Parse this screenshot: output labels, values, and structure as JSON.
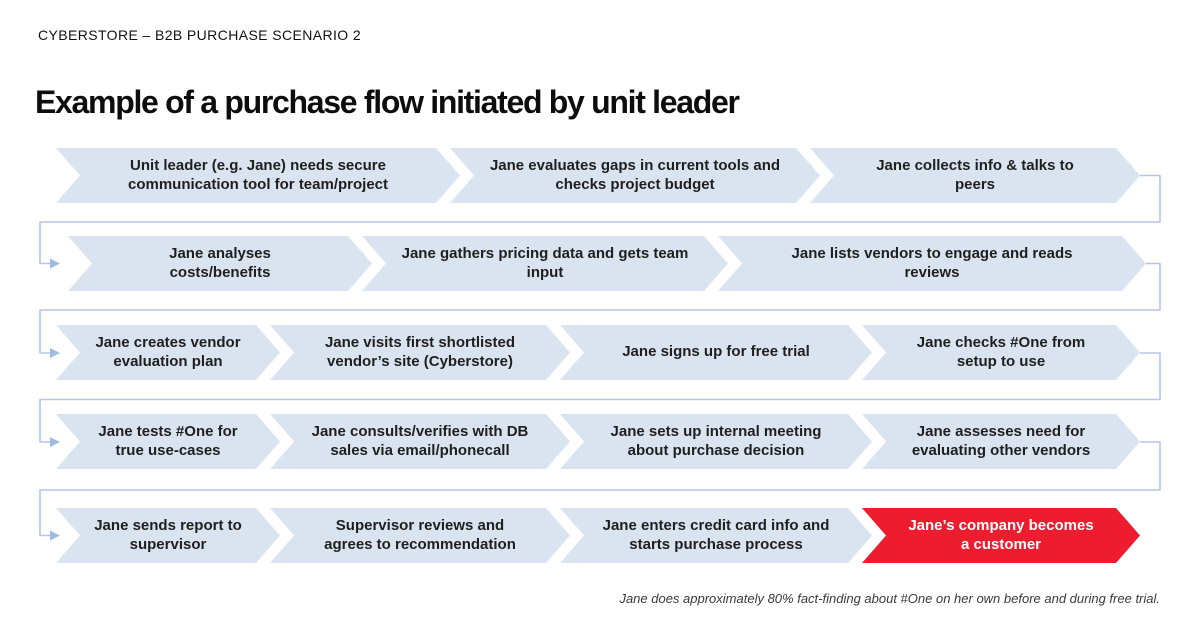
{
  "slide": {
    "kicker": "CYBERSTORE – B2B PURCHASE SCENARIO 2",
    "title": "Example of a purchase flow initiated by unit leader",
    "footnote": "Jane does approximately 80% fact-finding about #One on her own before and during free trial."
  },
  "colors": {
    "chevron_fill": "#dae4f0",
    "chevron_text": "#1f1f1f",
    "highlight_fill": "#ed1c2e",
    "highlight_text": "#ffffff",
    "connector_line": "#b3c6e7",
    "arrowhead": "#9dbce0"
  },
  "flow": {
    "rows": [
      {
        "steps": [
          {
            "label": "Unit leader (e.g. Jane) needs secure communication tool for team/project"
          },
          {
            "label": "Jane evaluates gaps in current tools and checks project budget"
          },
          {
            "label": "Jane collects info & talks to peers"
          }
        ]
      },
      {
        "steps": [
          {
            "label": "Jane analyses costs/benefits"
          },
          {
            "label": "Jane gathers pricing data and gets team input"
          },
          {
            "label": "Jane lists vendors to engage and reads reviews"
          }
        ]
      },
      {
        "steps": [
          {
            "label": "Jane creates vendor evaluation plan"
          },
          {
            "label": "Jane visits first shortlisted vendor’s site (Cyberstore)"
          },
          {
            "label": "Jane signs up for free trial"
          },
          {
            "label": "Jane checks #One from setup to use"
          }
        ]
      },
      {
        "steps": [
          {
            "label": "Jane tests #One for true use-cases"
          },
          {
            "label": "Jane consults/verifies with DB sales via email/phonecall"
          },
          {
            "label": "Jane sets up internal meeting about purchase decision"
          },
          {
            "label": "Jane assesses need for evaluating other vendors"
          }
        ]
      },
      {
        "steps": [
          {
            "label": "Jane sends report to supervisor"
          },
          {
            "label": "Supervisor reviews and agrees to recommendation"
          },
          {
            "label": "Jane enters credit card info and starts purchase process"
          },
          {
            "label": "Jane’s company becomes a customer",
            "highlight": true
          }
        ]
      }
    ]
  }
}
